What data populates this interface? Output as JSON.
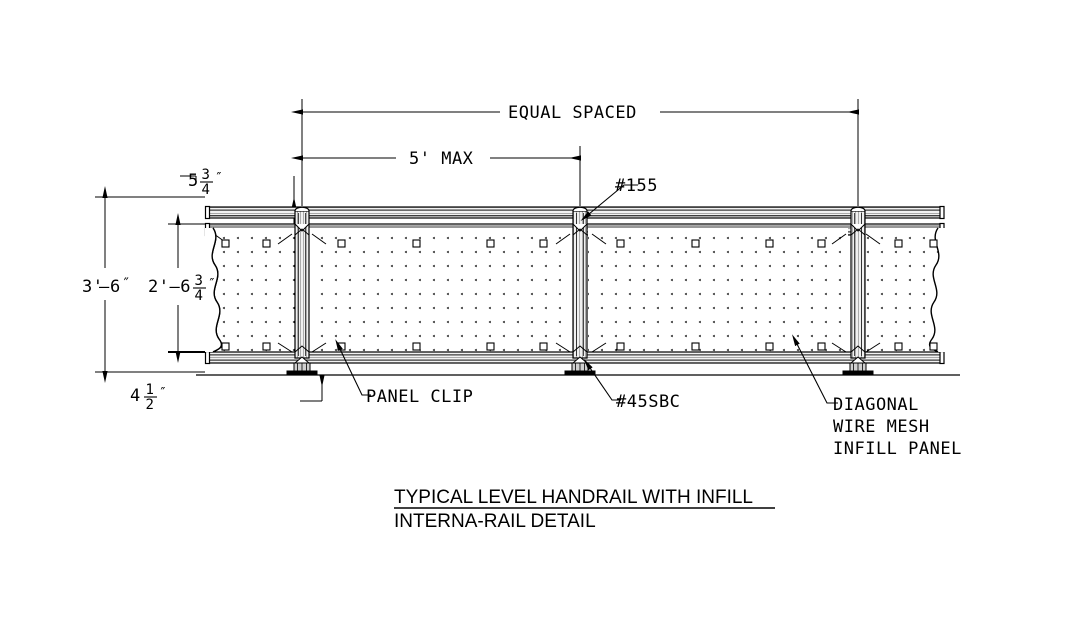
{
  "drawing": {
    "title_line1": "TYPICAL LEVEL  HANDRAIL WITH INFILL",
    "title_line2": "INTERNA-RAIL DETAIL",
    "dimensions": {
      "top_span_label": "EQUAL SPACED",
      "post_spacing_label": "5' MAX",
      "overall_height": "3'–6″",
      "overall_height_parts": {
        "feet": "3'",
        "dash": "–",
        "inches": "6",
        "mark": "″"
      },
      "infill_height": "2'–6 3/4″",
      "infill_height_parts": {
        "lead": "2'–6",
        "num": "3",
        "den": "4",
        "mark": "″"
      },
      "top_rail_offset": "5 3/4″",
      "top_rail_offset_parts": {
        "lead": "5",
        "num": "3",
        "den": "4",
        "mark": "″"
      },
      "base_height": "4 1/2″",
      "base_height_parts": {
        "lead": "4",
        "num": "1",
        "den": "2",
        "mark": "″"
      }
    },
    "callouts": {
      "top_rail_part": "#155",
      "panel_clip": "PANEL CLIP",
      "base_part": "#45SBC",
      "infill_line1": "DIAGONAL",
      "infill_line2": "WIRE MESH",
      "infill_line3": "INFILL PANEL"
    },
    "colors": {
      "line": "#000000",
      "background": "#ffffff",
      "mesh": "#1a1a1a",
      "rail_fill": "#e8e8e8"
    }
  }
}
